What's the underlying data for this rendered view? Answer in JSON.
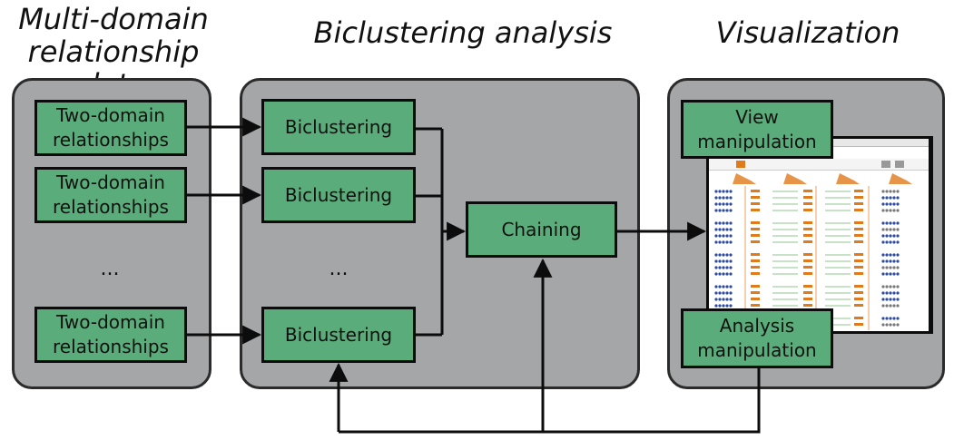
{
  "columns": {
    "input_title_line1": "Multi-domain",
    "input_title_line2": "relationship data",
    "analysis_title": "Biclustering analysis",
    "viz_title": "Visualization"
  },
  "input_nodes": [
    {
      "line1": "Two-domain",
      "line2": "relationships"
    },
    {
      "line1": "Two-domain",
      "line2": "relationships"
    },
    {
      "line1": "Two-domain",
      "line2": "relationships"
    }
  ],
  "input_ellipsis": "...",
  "bicluster_nodes": [
    "Biclustering",
    "Biclustering",
    "Biclustering"
  ],
  "bicluster_ellipsis": "...",
  "chaining_label": "Chaining",
  "view_manipulation": {
    "line1": "View",
    "line2": "manipulation"
  },
  "analysis_manipulation": {
    "line1": "Analysis",
    "line2": "manipulation"
  },
  "colors": {
    "panel": "#a4a6a8",
    "node": "#5aad7a",
    "stroke": "#0c0c0c",
    "mini_accent": "#e07a1a",
    "mini_dot": "#2c4aa0"
  }
}
